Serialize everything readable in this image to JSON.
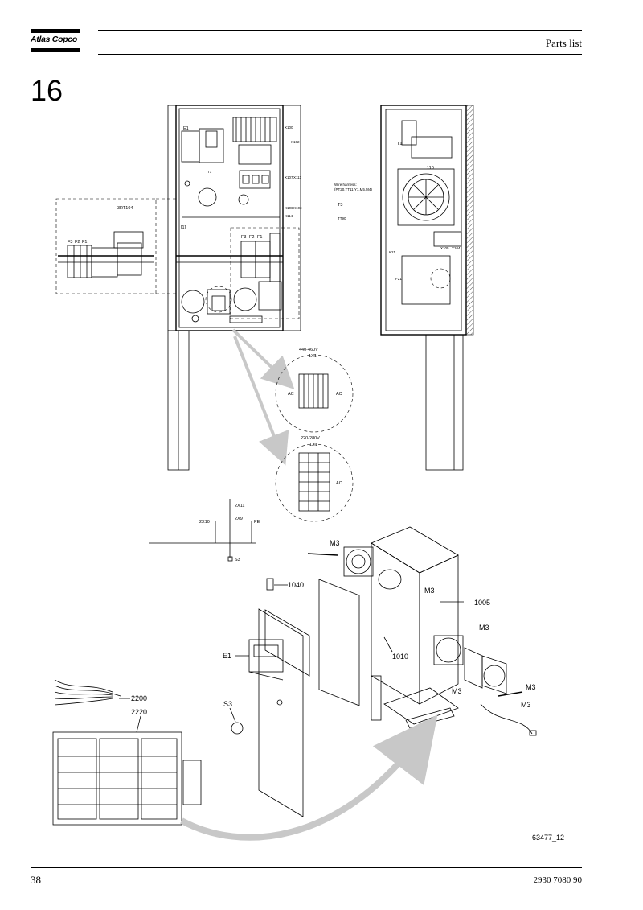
{
  "header": {
    "brand": "Atlas Copco",
    "title": "Parts list"
  },
  "section_number": "16",
  "footer": {
    "page_number": "38",
    "doc_number": "2930 7080 90"
  },
  "drawing": {
    "figure_id": "63477_12",
    "cabinet_labels": {
      "e1": "E1",
      "t1": "T1",
      "bt104": "3RT104",
      "f3": "F3",
      "f2": "F2",
      "f1": "F1",
      "x100": "X100",
      "x102": "X102",
      "x107": "X107",
      "x106": "X106",
      "x111": "X111",
      "x103": "X103",
      "x114": "X114",
      "x105": "X105",
      "x104": "X104",
      "k1": "[1]",
      "t3": "T3",
      "tt90": "TT90",
      "k21": "K21",
      "f21": "F21",
      "part110": "110"
    },
    "wire_harness": {
      "line1": "Wire harness:",
      "line2": "(PT20,TT11,Y1,M5,M4)"
    },
    "detail_440": {
      "voltage": "440-460V",
      "terminal": "1X1",
      "ac_left": "AC",
      "ac_right": "AC"
    },
    "detail_220": {
      "voltage": "220-280V",
      "terminal": "1X1",
      "ac_right": "AC"
    },
    "wiring": {
      "x11": "2X11",
      "x9": "2X9",
      "x10": "2X10",
      "pe": "PE",
      "s3": "S3"
    },
    "callouts": {
      "m3": "M3",
      "p1040": "1040",
      "p1005": "1005",
      "p1010": "1010",
      "e1": "E1",
      "s3": "S3",
      "p2200": "2200",
      "p2220": "2220"
    }
  }
}
